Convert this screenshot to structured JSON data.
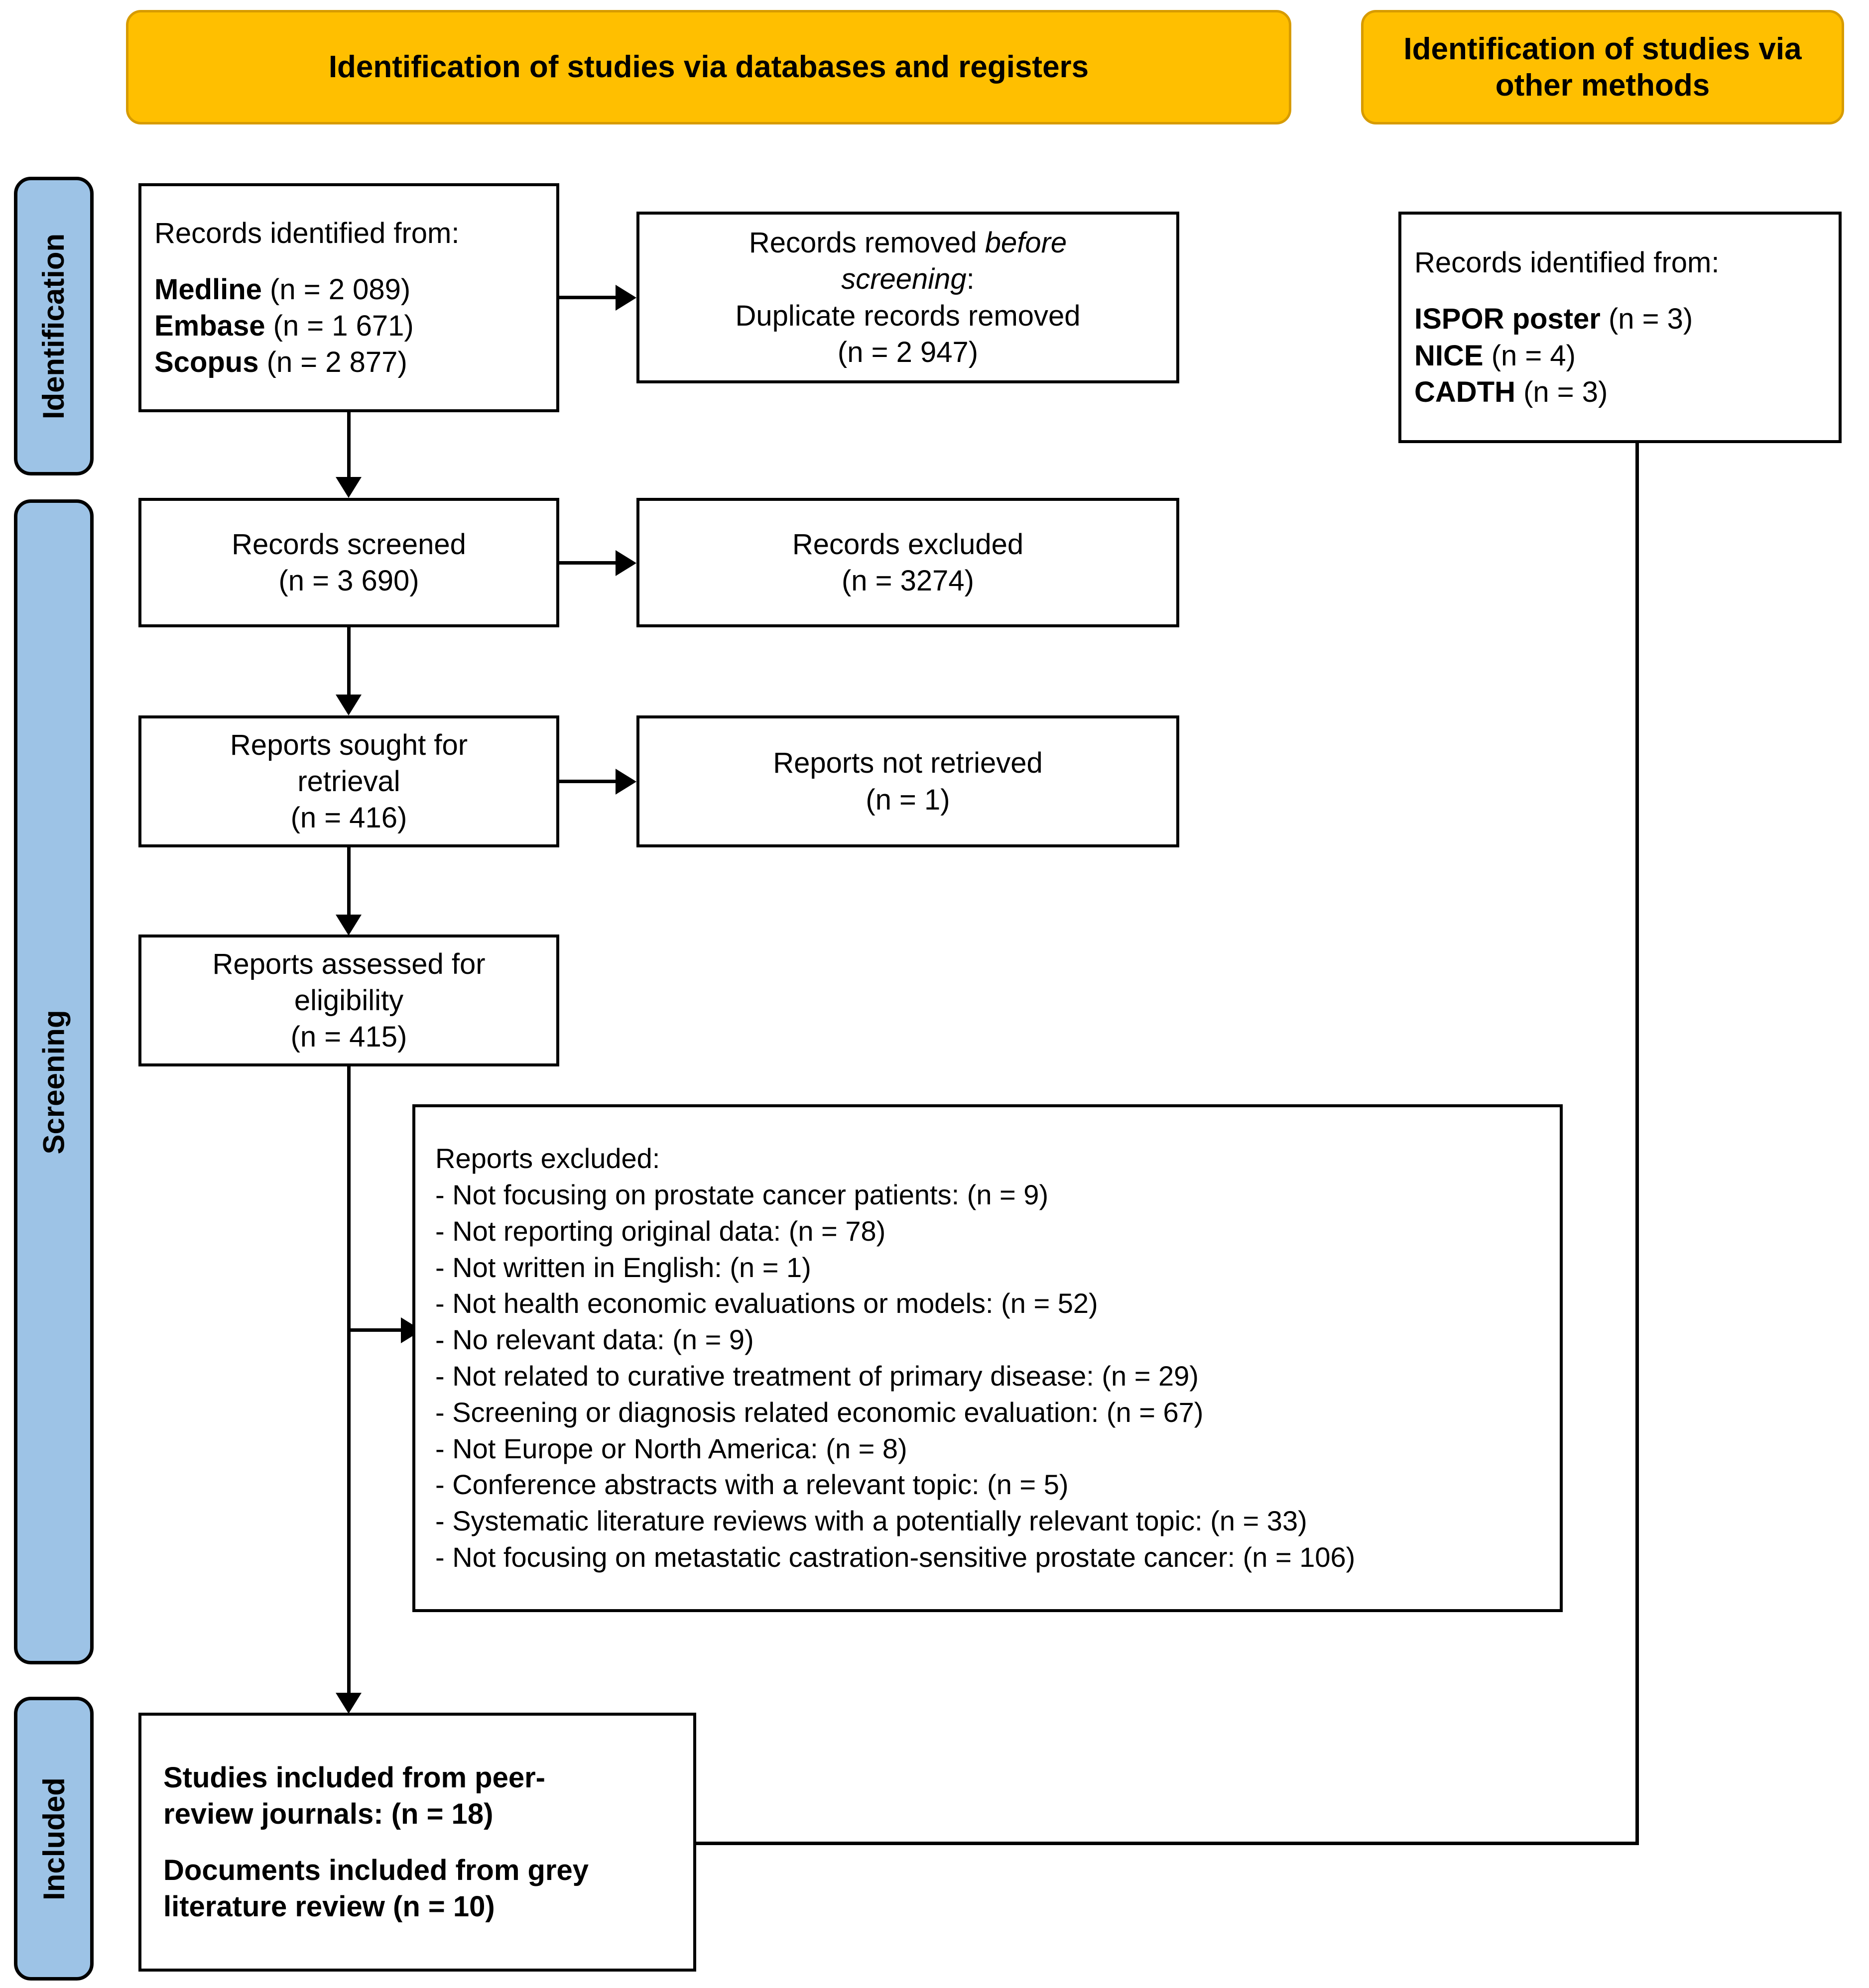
{
  "diagram": {
    "type": "prisma-flow-diagram",
    "banners": {
      "databases": "Identification of studies via databases and registers",
      "other_methods_line1": "Identification of studies via",
      "other_methods_line2": "other methods"
    },
    "phases": {
      "identification": "Identification",
      "screening": "Screening",
      "included": "Included"
    },
    "nodes": {
      "records_identified": {
        "title": "Records identified from:",
        "sources": [
          {
            "name": "Medline",
            "count": "(n = 2 089)"
          },
          {
            "name": "Embase",
            "count": "(n = 1 671)"
          },
          {
            "name": "Scopus",
            "count": "(n = 2 877)"
          }
        ]
      },
      "records_removed": {
        "line1_a": "Records removed ",
        "line1_b": "before",
        "line2_a": "screening",
        "line2_b": ":",
        "line3": "Duplicate records removed",
        "line4": "(n = 2 947)"
      },
      "records_screened": {
        "line1": "Records screened",
        "line2": "(n = 3 690)"
      },
      "records_excluded": {
        "line1": "Records excluded",
        "line2": "(n = 3274)"
      },
      "reports_sought": {
        "line1": "Reports sought for",
        "line2": "retrieval",
        "line3": "(n = 416)"
      },
      "reports_not_retrieved": {
        "line1": "Reports not retrieved",
        "line2": "(n = 1)"
      },
      "reports_assessed": {
        "line1": "Reports assessed for",
        "line2": "eligibility",
        "line3": "(n = 415)"
      },
      "reports_excluded": {
        "title": "Reports excluded:",
        "reasons": [
          "- Not focusing on prostate cancer patients: (n = 9)",
          "- Not reporting original data: (n = 78)",
          "- Not written in English: (n = 1)",
          "- Not health economic evaluations or models: (n = 52)",
          "- No relevant data: (n = 9)",
          "- Not related to curative treatment of primary disease: (n = 29)",
          "- Screening or diagnosis related economic evaluation: (n = 67)",
          "- Not Europe or North America: (n = 8)",
          "- Conference abstracts with a relevant topic: (n = 5)",
          "- Systematic literature reviews with a potentially relevant topic: (n = 33)",
          "- Not focusing on metastatic castration-sensitive prostate cancer: (n = 106)"
        ]
      },
      "other_identified": {
        "title": "Records identified from:",
        "sources": [
          {
            "name": "ISPOR poster",
            "count": "(n = 3)"
          },
          {
            "name": "NICE",
            "count": "(n = 4)"
          },
          {
            "name": "CADTH",
            "count": "(n = 3)"
          }
        ]
      },
      "studies_included": {
        "line1": "Studies included from peer-",
        "line2": "review journals: (n = 18)",
        "line3": "Documents included from grey",
        "line4": "literature review (n = 10)"
      }
    },
    "colors": {
      "banner_fill": "#FFBF00",
      "banner_border": "#D79B00",
      "phase_fill": "#9DC3E6",
      "box_border": "#000000",
      "background": "#FFFFFF"
    }
  }
}
